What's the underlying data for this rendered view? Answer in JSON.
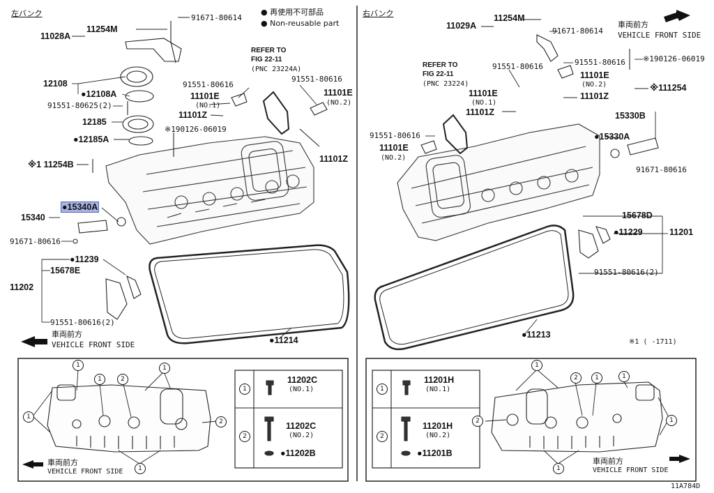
{
  "header": {
    "left_title": "左バンク",
    "right_title": "右バンク",
    "legend_jp": "● 再使用不可部品",
    "legend_en": "● Non-reusable part"
  },
  "left": {
    "p11028A": "11028A",
    "p11254M": "11254M",
    "p91671_80614": "91671-80614",
    "p12108": "12108",
    "p12108A": "●12108A",
    "p91551_80625": "91551-80625(2)",
    "p12185": "12185",
    "p12185A": "●12185A",
    "p11254B": "※1 11254B",
    "p15340": "15340",
    "p15340A": "●15340A",
    "p91671_80616": "91671-80616",
    "p11239": "●11239",
    "p15678E": "15678E",
    "p11202": "11202",
    "p91551_80616_2": "91551-80616(2)",
    "front_jp": "車両前方",
    "front_en": "VEHICLE FRONT SIDE",
    "p11214": "●11214",
    "refer1": "REFER TO",
    "refer2": "FIG 22-11",
    "refer3": "(PNC 23224A)",
    "p91551_80616_a": "91551-80616",
    "p91551_80616_b": "91551-80616",
    "p11101E_1": "11101E",
    "no1": "(NO.1)",
    "p11101Z_1": "11101Z",
    "p11101E_2": "11101E",
    "no2": "(NO.2)",
    "p90126": "※190126-06019",
    "p11101Z_2": "11101Z"
  },
  "right": {
    "p11029A": "11029A",
    "p11254M": "11254M",
    "p91671_80614": "91671-80614",
    "front_jp": "車両前方",
    "front_en": "VEHICLE FRONT SIDE",
    "refer1": "REFER TO",
    "refer2": "FIG 22-11",
    "refer3": "(PNC 23224)",
    "p91551_80616_a": "91551-80616",
    "p91551_80616_b": "91551-80616",
    "p90126": "※190126-06019",
    "p11101E_2": "11101E",
    "no2": "(NO.2)",
    "p11101Z_r": "11101Z",
    "p11254": "※111254",
    "p11101E_1": "11101E",
    "no1": "(NO.1)",
    "p11101Z_l": "11101Z",
    "p15330B": "15330B",
    "p15330A": "●15330A",
    "p91551_80616_c": "91551-80616",
    "p11101E_3": "11101E",
    "no2b": "(NO.2)",
    "p91671_80616": "91671-80616",
    "p15678D": "15678D",
    "p11229": "●11229",
    "p11201": "11201",
    "p91551_80616_2": "91551-80616(2)",
    "p11213": "●11213",
    "note": "※1 (      -1711)"
  },
  "bottom_left": {
    "front_jp": "車両前方",
    "front_en": "VEHICLE FRONT SIDE",
    "c1": "1",
    "c2": "2",
    "p11202C_1": "11202C",
    "no1": "(NO.1)",
    "p11202C_2": "11202C",
    "no2": "(NO.2)",
    "p11202B": "●11202B"
  },
  "bottom_right": {
    "front_jp": "車両前方",
    "front_en": "VEHICLE FRONT SIDE",
    "c1": "1",
    "c2": "2",
    "p11201H_1": "11201H",
    "no1": "(NO.1)",
    "p11201H_2": "11201H",
    "no2": "(NO.2)",
    "p11201B": "●11201B"
  },
  "footer": {
    "code": "11A784D"
  }
}
